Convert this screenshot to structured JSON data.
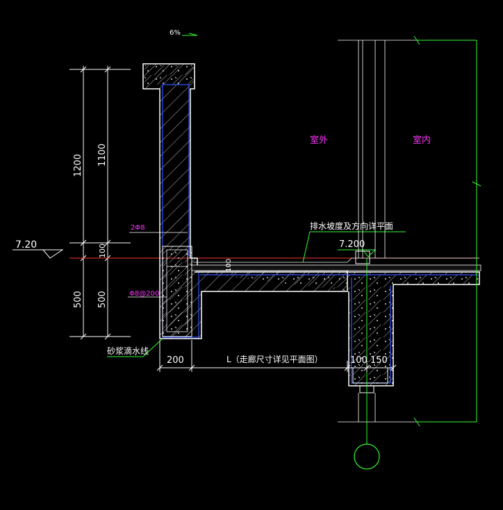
{
  "texts": {
    "slope": "6%",
    "outside": "室外",
    "inside": "室内",
    "drainage_note": "排水坡度及方向详平面",
    "elev_left": "7.20",
    "elev_right": "7.200",
    "rebar_top": "2Φ8",
    "rebar_stirrup": "Φ8@200",
    "drip_line": "砂浆滴水线",
    "dim_1200": "1200",
    "dim_1100": "1100",
    "dim_100_left": "100",
    "dim_500_a": "500",
    "dim_500_b": "500",
    "dim_200": "200",
    "dim_L": "L（走廊尺寸详见平面图）",
    "dim_100_150": "100 150",
    "dim_100_slab": "100"
  },
  "colors": {
    "background": "#000000",
    "outline": "#ffffff",
    "dimension": "#ffffff",
    "magenta": "#ff33ff",
    "concrete_edge": "#3355ff",
    "hatch": "#d8d8d8",
    "leader": "#33ff33",
    "axis": "#ff3333"
  }
}
